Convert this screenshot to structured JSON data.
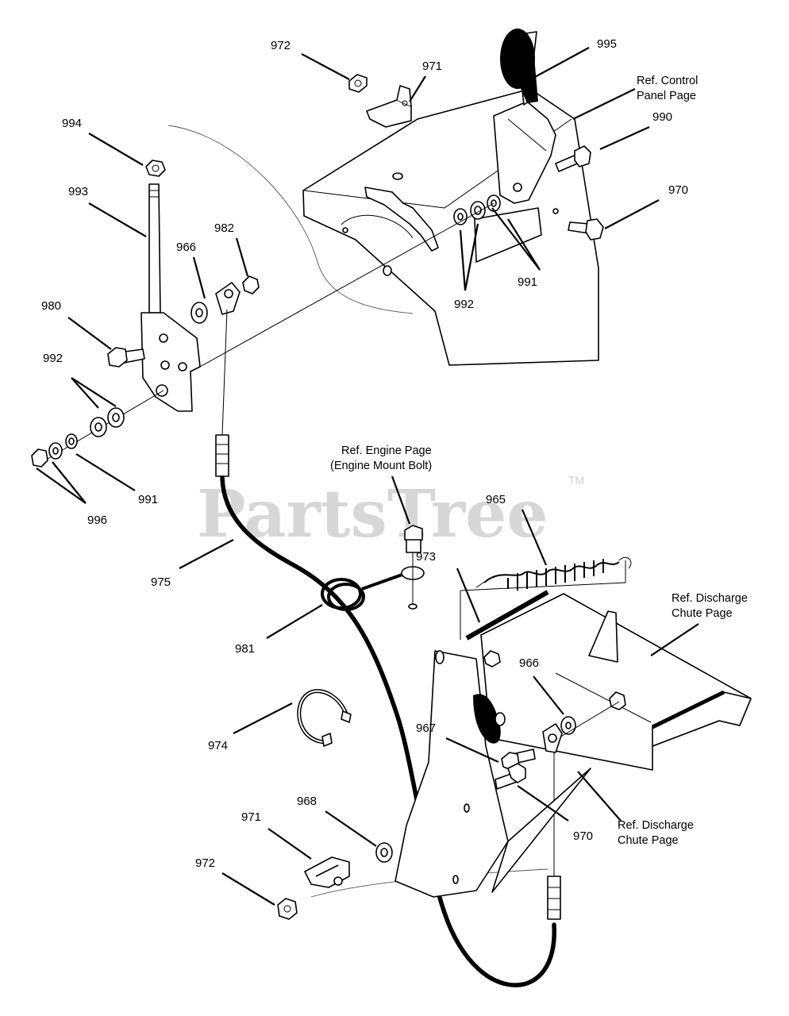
{
  "watermark": {
    "text": "PartsTree",
    "trademark": "TM"
  },
  "callouts": {
    "c972_top": "972",
    "c971_top": "971",
    "c995": "995",
    "c994": "994",
    "c990": "990",
    "c993": "993",
    "c970_top": "970",
    "c982": "982",
    "c966_left": "966",
    "c980": "980",
    "c992_left": "992",
    "c992_mid": "992",
    "c991_right": "991",
    "c991_left": "991",
    "c996": "996",
    "c965": "965",
    "c975": "975",
    "c973": "973",
    "c981": "981",
    "c966_right": "966",
    "c967": "967",
    "c974": "974",
    "c968": "968",
    "c971_bot": "971",
    "c970_bot": "970",
    "c972_bot": "972"
  },
  "references": {
    "control_panel": [
      "Ref. Control",
      "Panel Page"
    ],
    "engine": [
      "Ref. Engine Page",
      "(Engine Mount Bolt)"
    ],
    "discharge_top": [
      "Ref. Discharge",
      "Chute Page"
    ],
    "discharge_bottom": [
      "Ref. Discharge",
      "Chute Page"
    ]
  }
}
